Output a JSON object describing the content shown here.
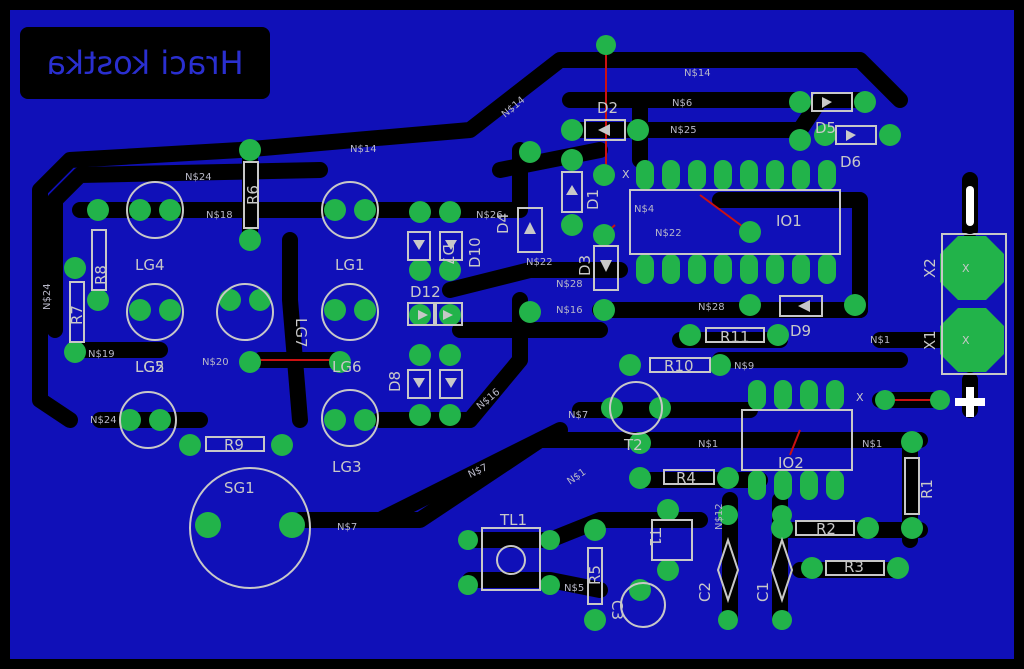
{
  "board": {
    "title": "Hraci kostka",
    "colors": {
      "substrate": "#1010b8",
      "copper": "#000000",
      "pad": "#22b34a",
      "silk": "#c8c8c8",
      "airwire": "#cc1111"
    }
  },
  "parts": {
    "LG1": "LG1",
    "LG2": "LG2",
    "LG3": "LG3",
    "LG4": "LG4",
    "LG5": "LG5",
    "LG6": "LG6",
    "LG7": "LG7",
    "R1": "R1",
    "R2": "R2",
    "R3": "R3",
    "R4": "R4",
    "R5": "R5",
    "R6": "R6",
    "R7": "R7",
    "R8": "R8",
    "R9": "R9",
    "R10": "R10",
    "R11": "R11",
    "D1": "D1",
    "D2": "D2",
    "D3": "D3",
    "D4": "D4",
    "D5": "D5",
    "D6": "D6",
    "D7": "D7",
    "D8": "D8",
    "D9": "D9",
    "D10": "D10",
    "D12": "D12",
    "IO1": "IO1",
    "IO2": "IO2",
    "C1": "C1",
    "C2": "C2",
    "C3": "C3",
    "T1": "T1",
    "T2": "T2",
    "TL1": "TL1",
    "SG1": "SG1",
    "X1": "X1",
    "X2": "X2"
  },
  "nets": {
    "n14": "N$14",
    "n24": "N$24",
    "n18": "N$18",
    "n26": "N$26",
    "n6": "N$6",
    "n25": "N$25",
    "n22": "N$22",
    "n28": "N$28",
    "n16": "N$16",
    "n20": "N$20",
    "n19": "N$19",
    "n7": "N$7",
    "n1": "N$1",
    "n9": "N$9",
    "n4": "N$4",
    "n5": "N$5",
    "n12": "N$12"
  }
}
